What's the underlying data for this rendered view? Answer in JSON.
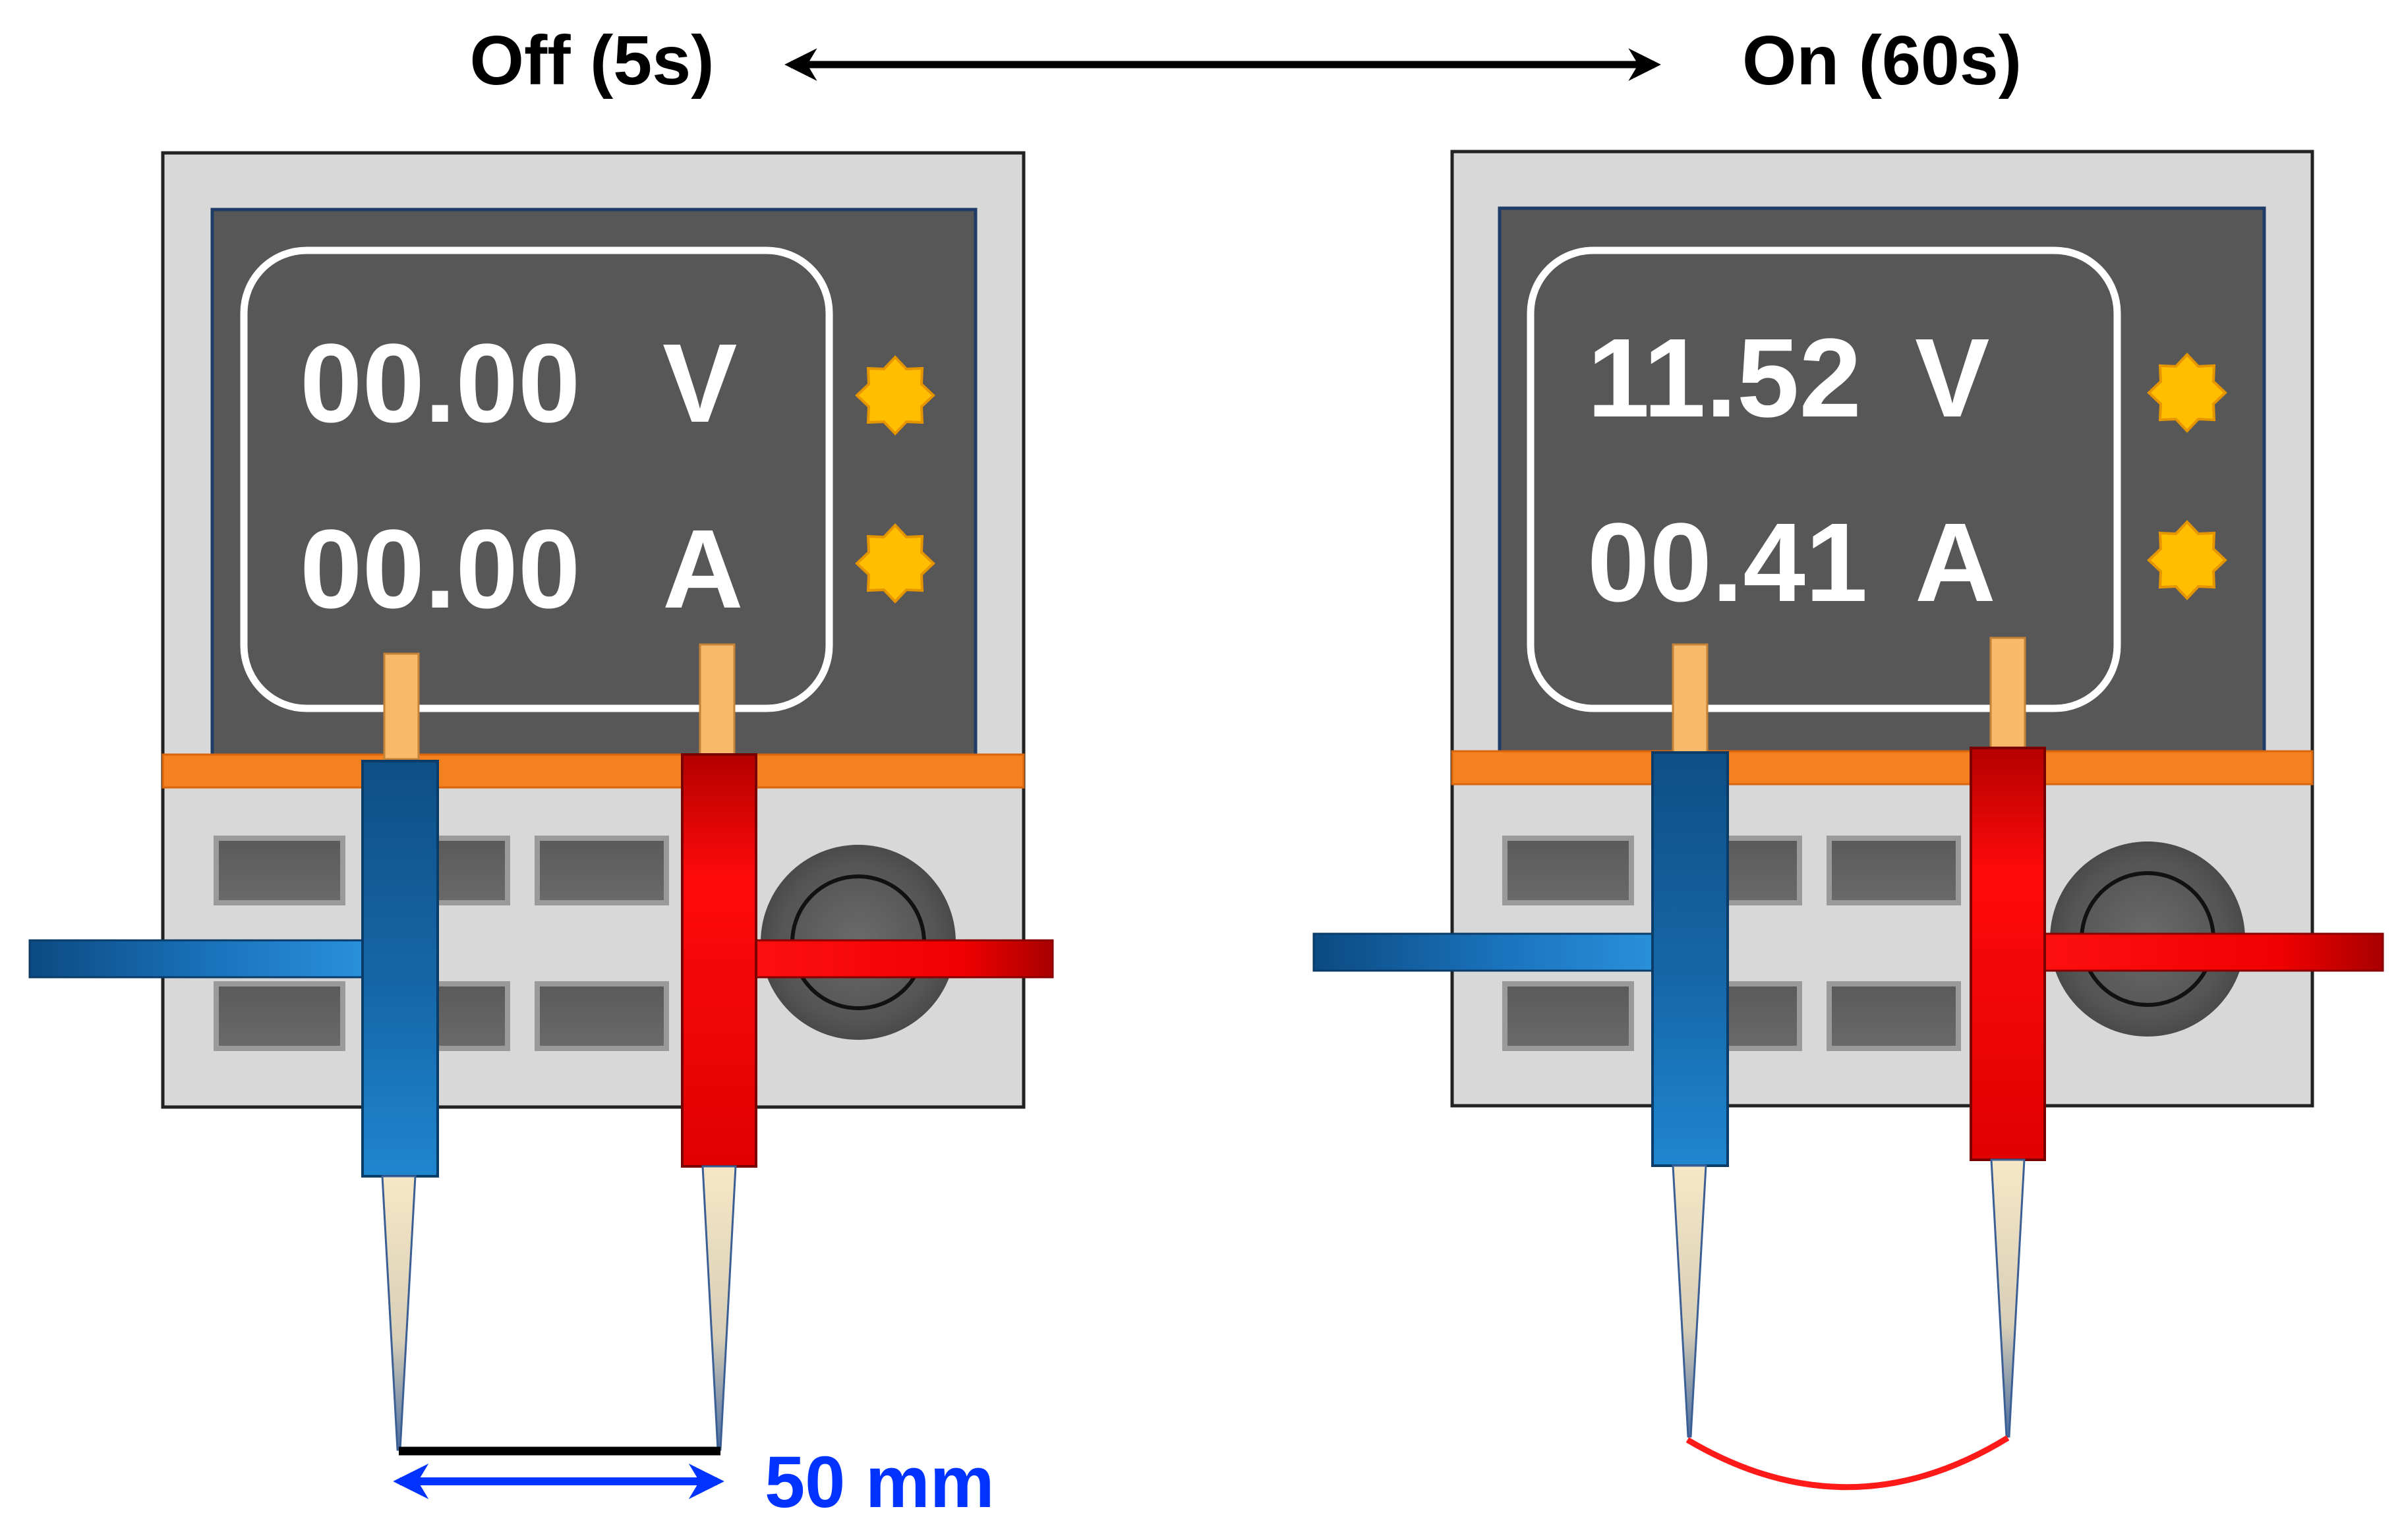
{
  "header": {
    "off_label": "Off (5s)",
    "on_label": "On (60s)"
  },
  "colors": {
    "case": "#d8d8d8",
    "screen": "#575757",
    "orange_strip": "#f48120",
    "led": "#ffbf00",
    "probe_blue": "#1a6fb5",
    "probe_red": "#e80000",
    "measure_blue": "#0033ff",
    "wire_red": "#ff1a1a"
  },
  "devices": [
    {
      "state": "off",
      "voltage_value": "00.00",
      "voltage_unit": "V",
      "current_value": "00.00",
      "current_unit": "A"
    },
    {
      "state": "on",
      "voltage_value": "11.52",
      "voltage_unit": "V",
      "current_value": "00.41",
      "current_unit": "A"
    }
  ],
  "measurement": {
    "label": "50 mm"
  }
}
